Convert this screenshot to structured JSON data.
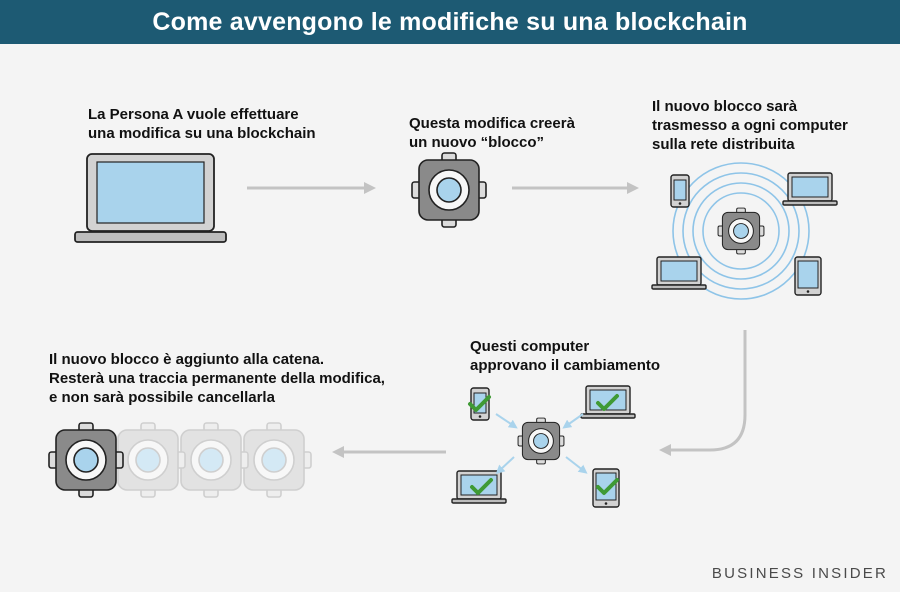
{
  "title": "Come avvengono le modifiche su una blockchain",
  "steps": [
    {
      "lines": [
        "La Persona A vuole effettuare",
        "una modifica su una blockchain"
      ]
    },
    {
      "lines": [
        "Questa modifica creerà",
        "un nuovo “blocco”"
      ]
    },
    {
      "lines": [
        "Il nuovo blocco sarà",
        "trasmesso a ogni computer",
        "sulla rete distribuita"
      ]
    },
    {
      "lines": [
        "Questi computer",
        "approvano il cambiamento"
      ]
    },
    {
      "lines": [
        "Il nuovo blocco è aggiunto alla catena.",
        "Resterà una traccia permanente della modifica,",
        "e non sarà possibile cancellarla"
      ]
    }
  ],
  "brand": "BUSINESS INSIDER",
  "icons": [
    "laptop-icon",
    "block-icon",
    "broadcast-rings-icon",
    "phone-icon",
    "tablet-icon",
    "checkmark-icon",
    "arrow-icon",
    "chain-of-blocks-icon"
  ],
  "colors": {
    "header": "#1d5a73",
    "screen": "#a9d3ec",
    "device_body": "#d2d2d2",
    "block_outer": "#8a8a8a",
    "block_faded": "#e2e2e2",
    "rings": "#8ec4e8",
    "check": "#3f9a35",
    "arrow": "#c3c3c3"
  }
}
